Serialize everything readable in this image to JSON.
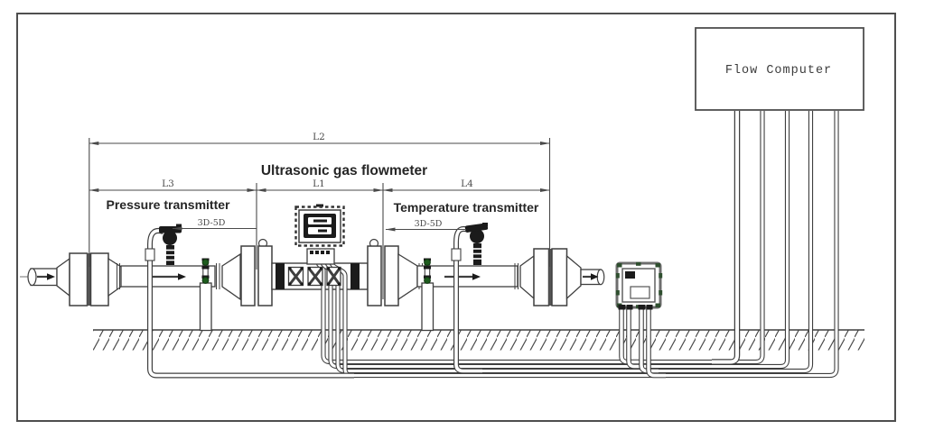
{
  "diagram": {
    "labels": {
      "flowmeter": "Ultrasonic gas flowmeter",
      "pressure": "Pressure transmitter",
      "temperature": "Temperature transmitter",
      "flow_computer": "Flow Computer"
    },
    "dimensions": {
      "l2": "L2",
      "l3": "L3",
      "l1": "L1",
      "l4": "L4",
      "spacing_left": "3D-5D",
      "spacing_right": "3D-5D"
    },
    "colors": {
      "line": "#3f3f3f",
      "dimension": "#4a4a4a",
      "label_text": "#262626",
      "valve_green": "#1e5c1e",
      "junction_box_green": "#2f4f2f"
    }
  }
}
